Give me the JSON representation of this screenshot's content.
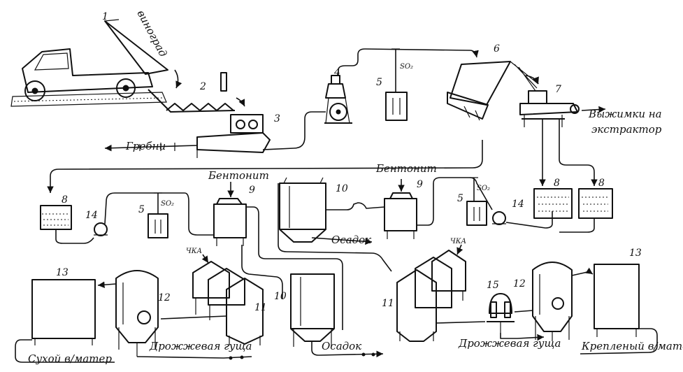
{
  "labels": {
    "grapes": "виноград",
    "stems": "Гребни",
    "bentonite_1": "Бентонит",
    "bentonite_2": "Бентонит",
    "pomace": "Выжимки на",
    "extractor": "экстрактор",
    "sediment_1": "Осадок",
    "sediment_2": "Осадок",
    "cka_1": "ЧКА",
    "cka_2": "ЧКА",
    "so2_1": "SO₂",
    "so2_2": "SO₂",
    "so2_3": "SO₂",
    "yeast_lees_1": "Дрожжевая гуща",
    "yeast_lees_2": "Дрожжевая гуща",
    "dry_base": "Сухой в/матер",
    "fortified_base": "Крепленый в/матер"
  },
  "numbers": {
    "n1": "1",
    "n2": "2",
    "n3": "3",
    "n4": "4",
    "n5a": "5",
    "n5b": "5",
    "n5c": "5",
    "n6": "6",
    "n7": "7",
    "n8a": "8",
    "n8b": "8",
    "n8c": "8",
    "n9a": "9",
    "n9b": "9",
    "n10a": "10",
    "n10b": "10",
    "n11a": "11",
    "n11b": "11",
    "n12a": "12",
    "n12b": "12",
    "n13a": "13",
    "n13b": "13",
    "n14a": "14",
    "n14b": "14",
    "n15": "15"
  }
}
